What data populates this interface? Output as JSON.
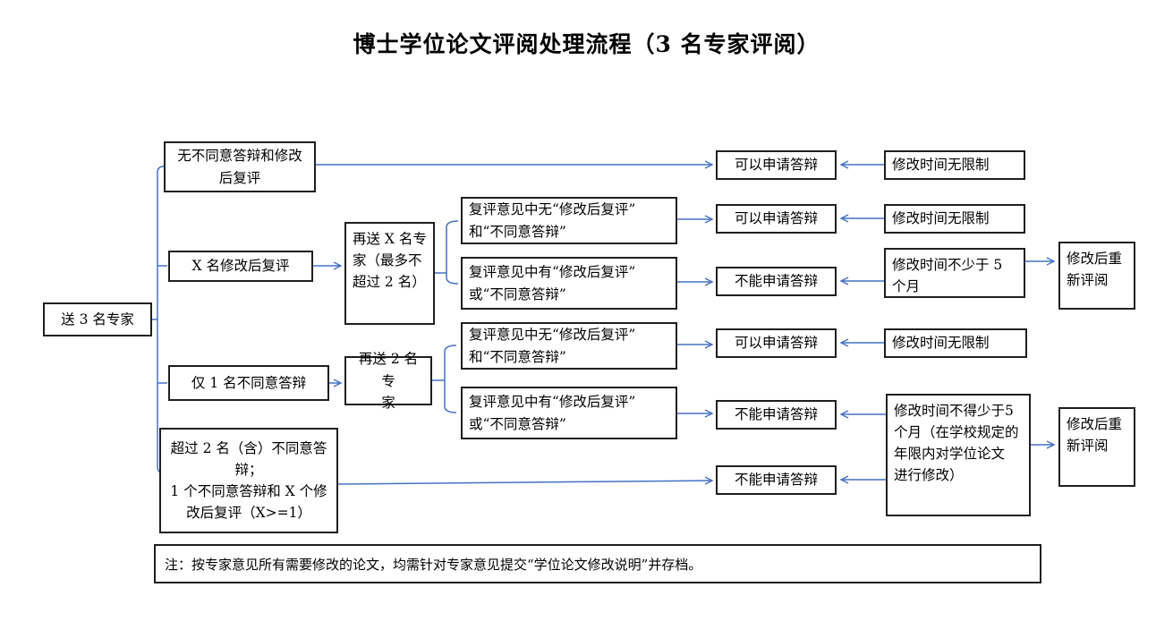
{
  "title": "博士学位论文评阅处理流程（3 名专家评阅）",
  "colors": {
    "connector": "#4472C4",
    "border": "#1f1f1f"
  },
  "nodes": {
    "start": "送 3 名专家",
    "no_objection": "无不同意答辩和修改\n后复评",
    "x_revise": "X 名修改后复评",
    "one_disagree": "仅 1 名不同意答辩",
    "over_two_disagree": "超过 2 名（含）不同意答\n辩；\n1 个不同意答辩和 X 个修\n改后复评（X>=1）",
    "resend_x": "再送 X 名专\n家（最多不\n超过 2 名）",
    "resend_2": "再送 2 名专\n家",
    "review_no_revise_1": "复评意见中无“修改后复评”\n和“不同意答辩”",
    "review_has_revise_1": "复评意见中有“修改后复评”\n或“不同意答辩”",
    "review_no_revise_2": "复评意见中无“修改后复评”\n和“不同意答辩”",
    "review_has_revise_2": "复评意见中有“修改后复评”\n或“不同意答辩”",
    "can_defend_1": "可以申请答辩",
    "can_defend_2": "可以申请答辩",
    "cannot_defend_1": "不能申请答辩",
    "can_defend_3": "可以申请答辩",
    "cannot_defend_2": "不能申请答辩",
    "cannot_defend_3": "不能申请答辩",
    "no_time_limit_1": "修改时间无限制",
    "no_time_limit_2": "修改时间无限制",
    "min_5_months": "修改时间不少于 5\n个月",
    "no_time_limit_3": "修改时间无限制",
    "min_5_months_rule": "修改时间不得少于5\n个月（在学校规定的\n年限内对学位论文\n进行修改）",
    "re_review_1": "修改后重\n新评阅",
    "re_review_2": "修改后重\n新评阅"
  },
  "note": "注：按专家意见所有需要修改的论文，均需针对专家意见提交“学位论文修改说明”并存档。"
}
